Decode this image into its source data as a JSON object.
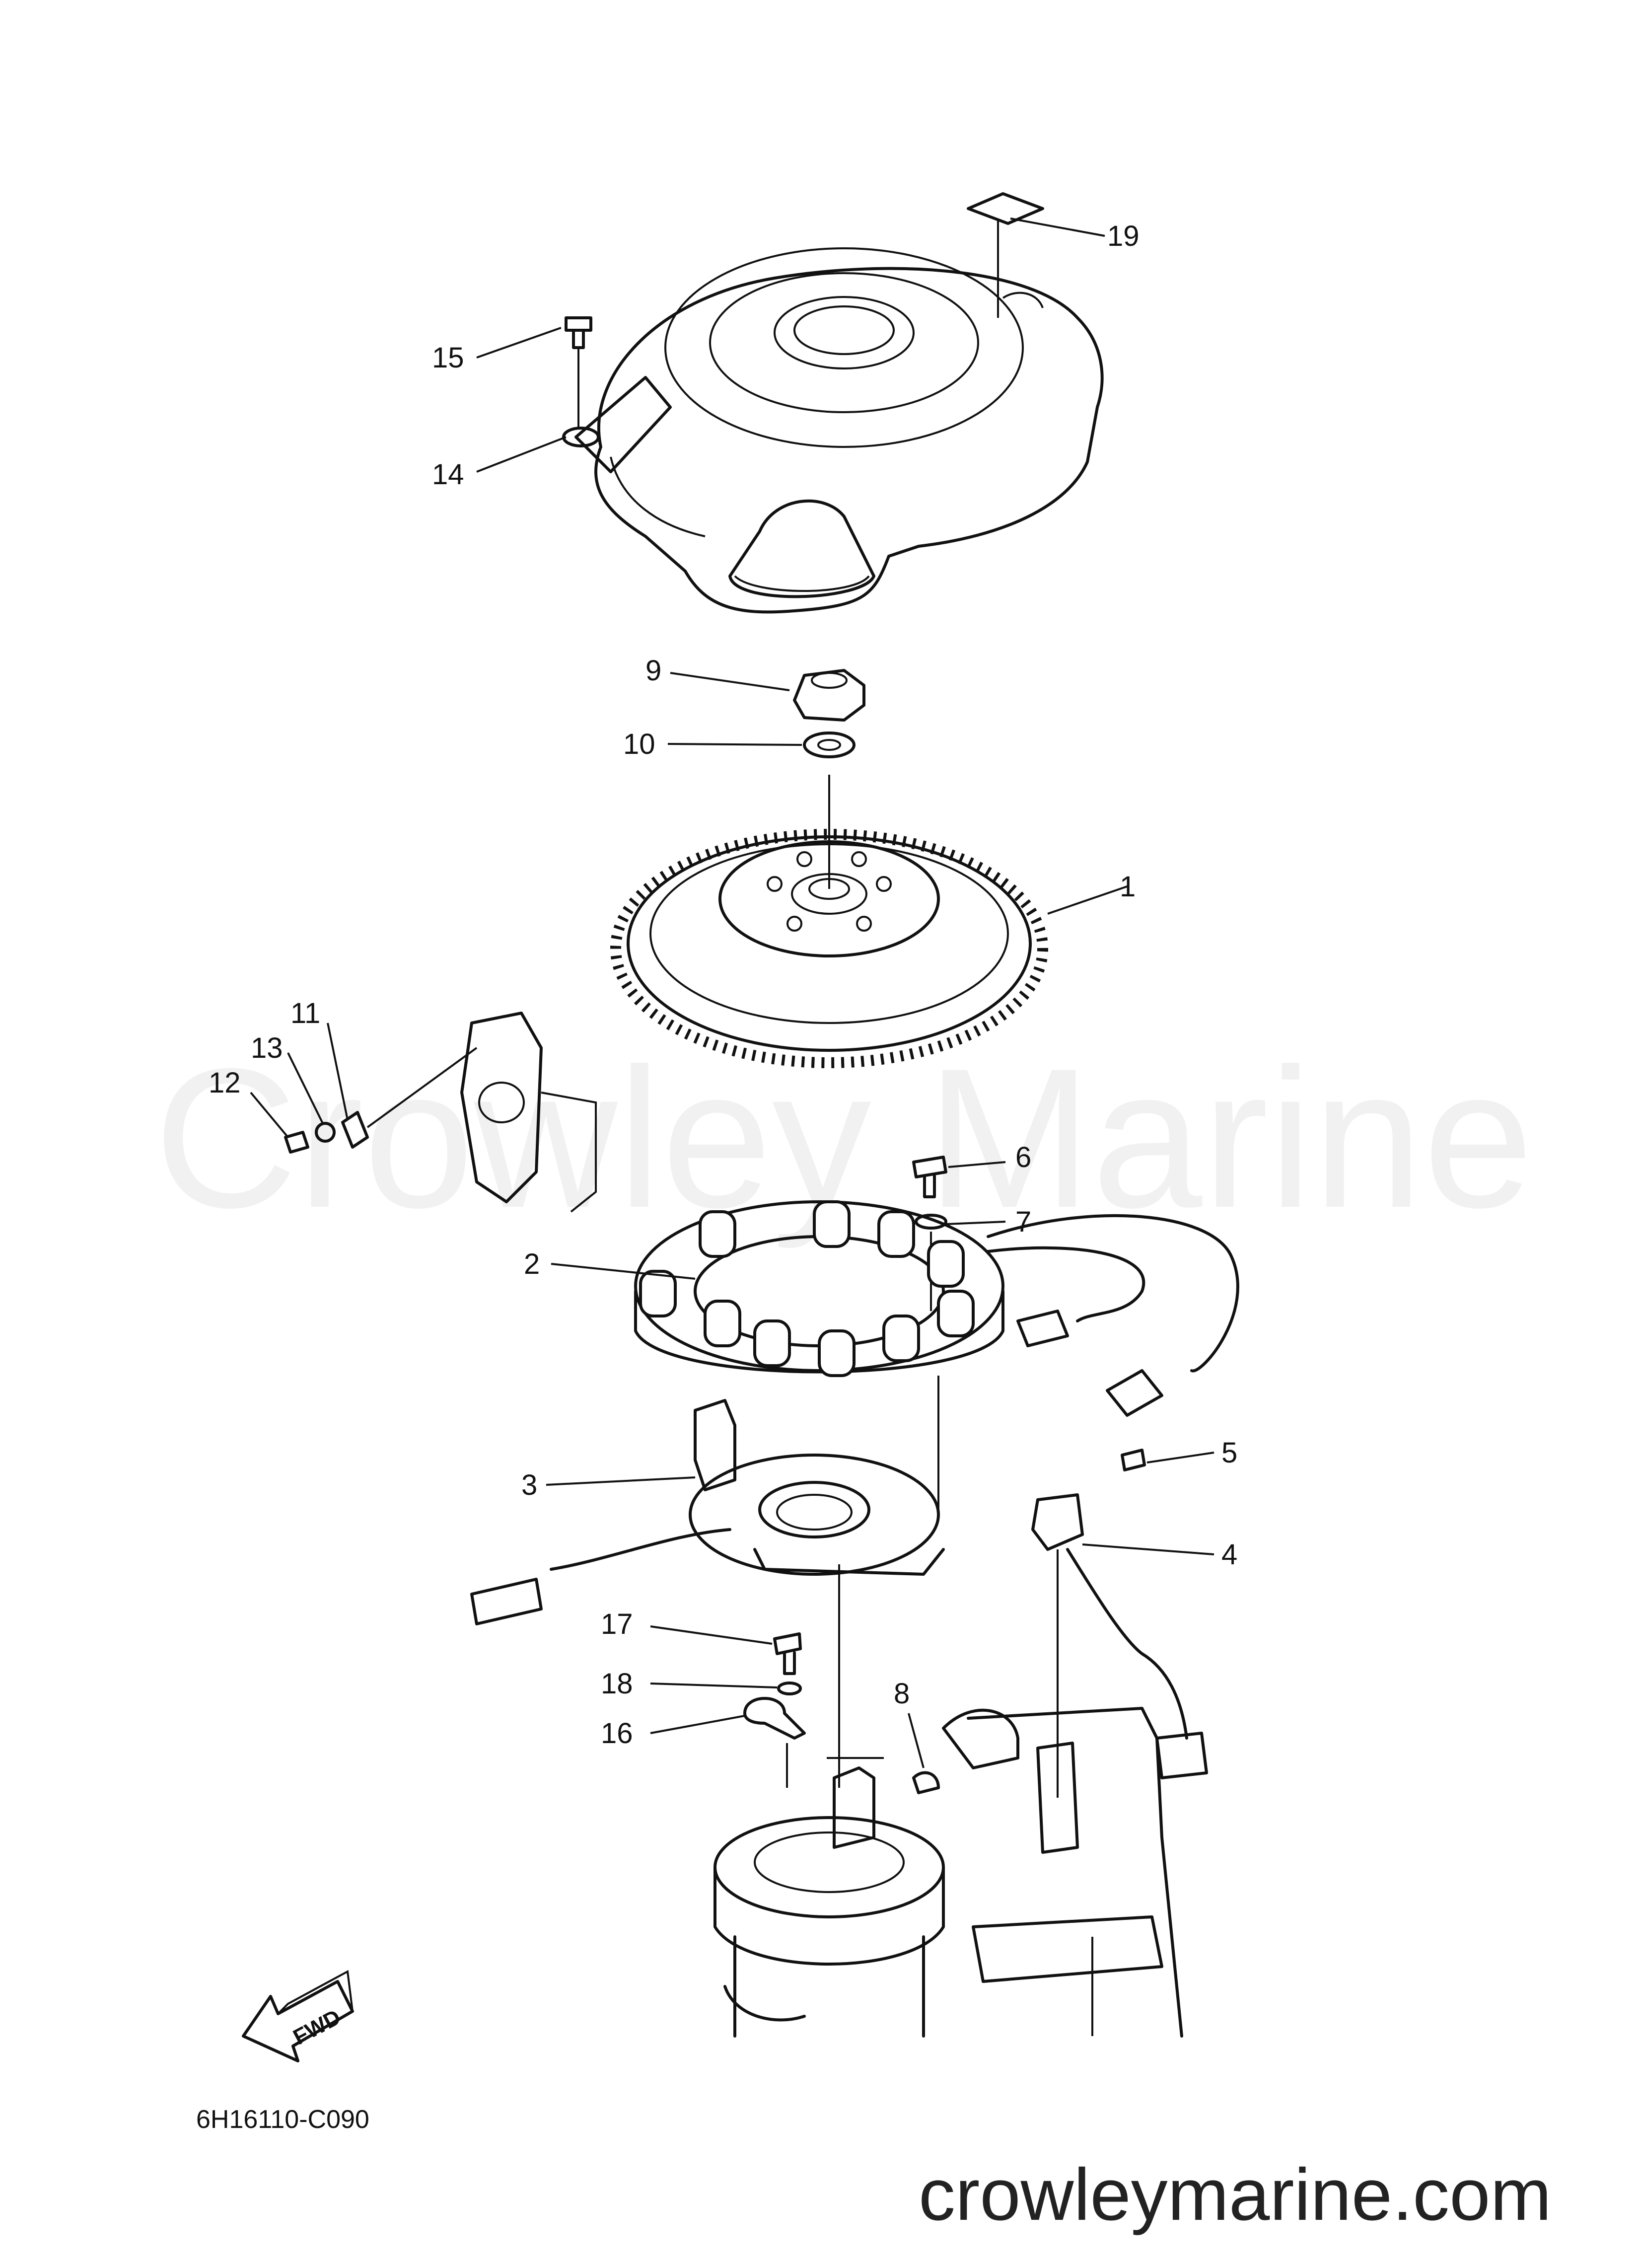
{
  "watermark": "Crowley Marine",
  "callouts": [
    "1",
    "2",
    "3",
    "4",
    "5",
    "6",
    "7",
    "8",
    "9",
    "10",
    "11",
    "12",
    "13",
    "14",
    "15",
    "16",
    "17",
    "18",
    "19"
  ],
  "fwd_label": "FWD",
  "diagram_code": "6H16110-C090",
  "site_url": "crowleymarine.com"
}
